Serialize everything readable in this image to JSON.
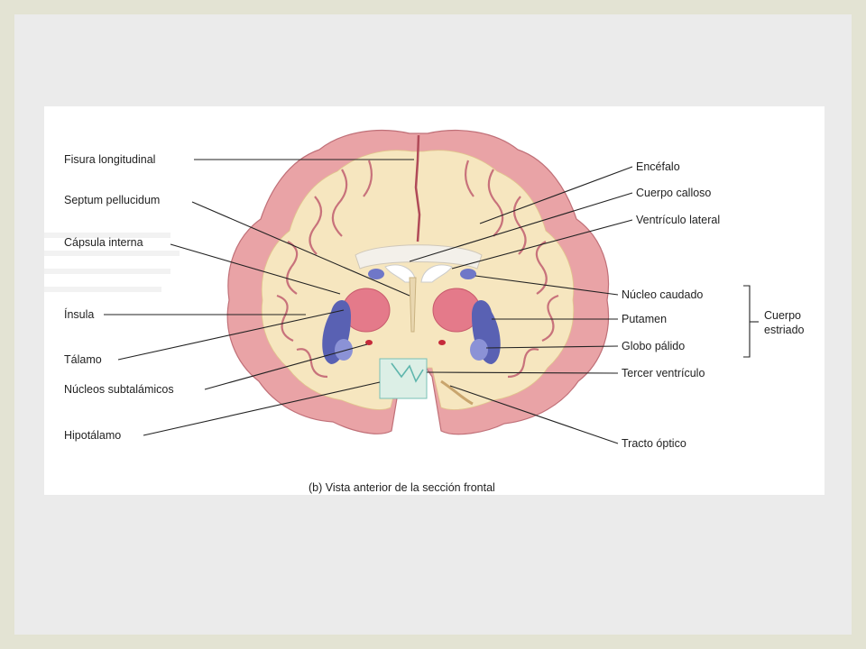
{
  "figure": {
    "caption": "(b) Vista anterior de la sección frontal",
    "labels_left": {
      "fisura_longitudinal": "Fisura longitudinal",
      "septum_pellucidum": "Septum pellucidum",
      "capsula_interna": "Cápsula interna",
      "insula": "Ínsula",
      "talamo": "Tálamo",
      "nucleos_subtalamicos": "Núcleos subtalámicos",
      "hipotalamo": "Hipotálamo"
    },
    "labels_right": {
      "encefalo": "Encéfalo",
      "cuerpo_calloso": "Cuerpo calloso",
      "ventriculo_lateral": "Ventrículo lateral",
      "nucleo_caudado": "Núcleo caudado",
      "putamen": "Putamen",
      "globo_palido": "Globo pálido",
      "tercer_ventriculo": "Tercer ventrículo",
      "tracto_optico": "Tracto óptico"
    },
    "bracket": {
      "line1": "Cuerpo",
      "line2": "estriado"
    }
  },
  "colors": {
    "cortex": "#e9a3a6",
    "white_matter": "#f6e6bf",
    "thalamus": "#e47a8a",
    "putamen": "#5961b3",
    "caudate": "#6f77c8"
  }
}
